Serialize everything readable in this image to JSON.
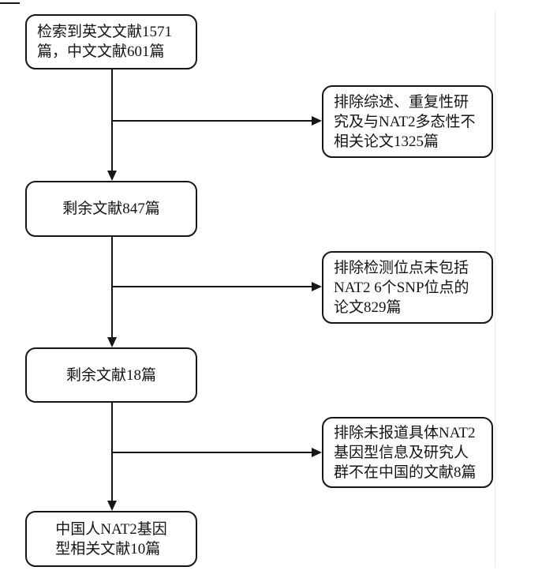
{
  "figure": {
    "type": "flowchart",
    "ink_color": "#161616",
    "background_color": "#ffffff",
    "left_boxes": [
      {
        "id": "search-total",
        "lines": [
          "检索到英文文献1571",
          "篇，中文文献601篇"
        ],
        "full_text": "检索到英文文献1571篇，中文文献601篇"
      },
      {
        "id": "remaining-847",
        "lines": [
          "剩余文献847篇"
        ],
        "full_text": "剩余文献847篇"
      },
      {
        "id": "remaining-18",
        "lines": [
          "剩余文献18篇"
        ],
        "full_text": "剩余文献18篇"
      },
      {
        "id": "final-included",
        "lines": [
          "中国人NAT2基因",
          "型相关文献10篇"
        ],
        "full_text": "中国人NAT2基因型相关文献10篇"
      }
    ],
    "exclusion_boxes": [
      {
        "id": "excluded-1325",
        "lines": [
          "排除综述、重复性研",
          "究及与NAT2多态性不",
          "相关论文1325篇"
        ],
        "full_text": "排除综述、重复性研究及与NAT2多态性不相关论文1325篇"
      },
      {
        "id": "excluded-829",
        "lines": [
          "排除检测位点未包括",
          "NAT2 6个SNP位点的",
          "论文829篇"
        ],
        "full_text": "排除检测位点未包括NAT2 6个SNP位点的论文829篇"
      },
      {
        "id": "excluded-8",
        "lines": [
          "排除未报道具体NAT2",
          "基因型信息及研究人",
          "群不在中国的文献8篇"
        ],
        "full_text": "排除未报道具体NAT2基因型信息及研究人群不在中国的文献8篇"
      }
    ]
  }
}
